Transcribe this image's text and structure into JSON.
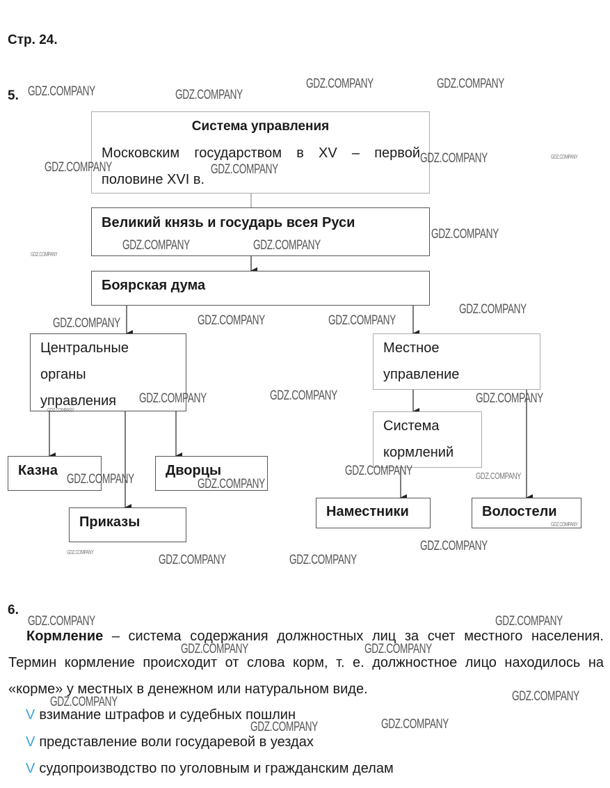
{
  "page_label": "Стр. 24.",
  "task5": {
    "number": "5.",
    "title": "Система управления",
    "subtitle_line1": "Московским государством в XV – первой",
    "subtitle_line2": "половине XVI в.",
    "grand_prince": "Великий князь и государь всея Руси",
    "boyar_duma": "Боярская дума",
    "central_line1": "Центральные",
    "central_line2": "органы",
    "central_line3": "управления",
    "local_line1": "Местное",
    "local_line2": "управление",
    "feeding_line1": "Система",
    "feeding_line2": "кормлений",
    "treasury": "Казна",
    "palaces": "Дворцы",
    "prikazy": "Приказы",
    "namestniki": "Наместники",
    "volosteli": "Волостели"
  },
  "task6": {
    "number": "6.",
    "term": "Кормление",
    "definition_rest": " – система содержания должностных лиц за счет местного населения. Термин кормление происходит от слова корм, т. е. должностное лицо находилось на «корме» у местных в денежном или натуральном виде.",
    "check_mark": "V",
    "items": [
      "взимание штрафов и судебных пошлин",
      "представление воли государевой в уездах",
      "судопроизводство по уголовным и гражданским делам"
    ]
  },
  "watermark": "GDZ.COMPANY",
  "colors": {
    "check": "#3aa3d8"
  }
}
